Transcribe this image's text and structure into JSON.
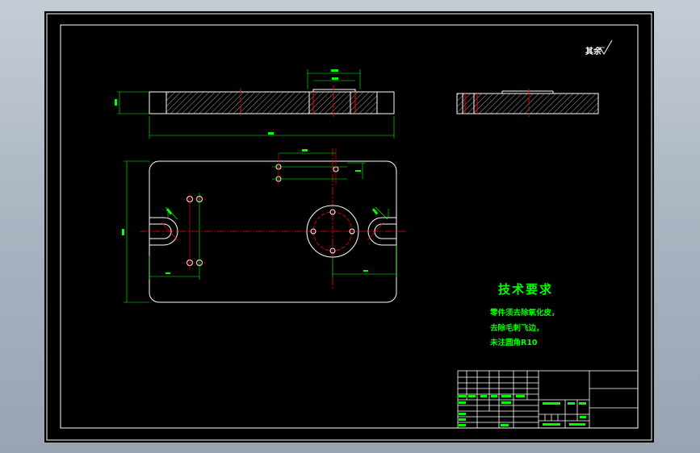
{
  "drawing": {
    "roughness_note": "其余",
    "tech_requirements": {
      "title": "技术要求",
      "items": [
        "零件须去除氧化皮，",
        "去除毛刺飞边，",
        "未注圆角R10"
      ]
    }
  },
  "colors": {
    "sheet_background": "#000000",
    "outline": "#ffffff",
    "dimension": "#00ff00",
    "centerline": "#ff0000",
    "hatch": "#ffffff",
    "window_background": "#a9b4c1"
  }
}
